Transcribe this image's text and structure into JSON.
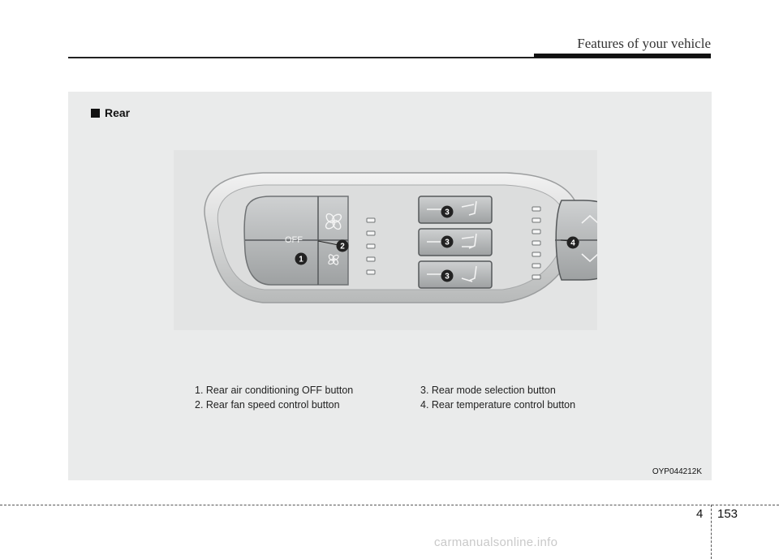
{
  "header": {
    "title": "Features of your vehicle"
  },
  "section": {
    "label": "Rear"
  },
  "figure": {
    "button_labels": {
      "off": "OFF"
    },
    "callouts": [
      "1",
      "2",
      "3",
      "3",
      "3",
      "4"
    ]
  },
  "captions": [
    "1. Rear air conditioning OFF button",
    "2. Rear fan speed control button",
    "3. Rear mode selection button",
    "4. Rear temperature control button"
  ],
  "image_code": "OYP044212K",
  "page": {
    "section": "4",
    "number": "153"
  },
  "watermark": "carmanualsonline.info",
  "colors": {
    "panel": "#eaebeb",
    "control_body": "#d8d9d9",
    "button": "#b9bcbd",
    "badge": "#222222"
  },
  "icons": [
    "fan-icon",
    "fan-small-icon",
    "vent-mode-icon",
    "chevron-up-icon",
    "chevron-down-icon"
  ]
}
